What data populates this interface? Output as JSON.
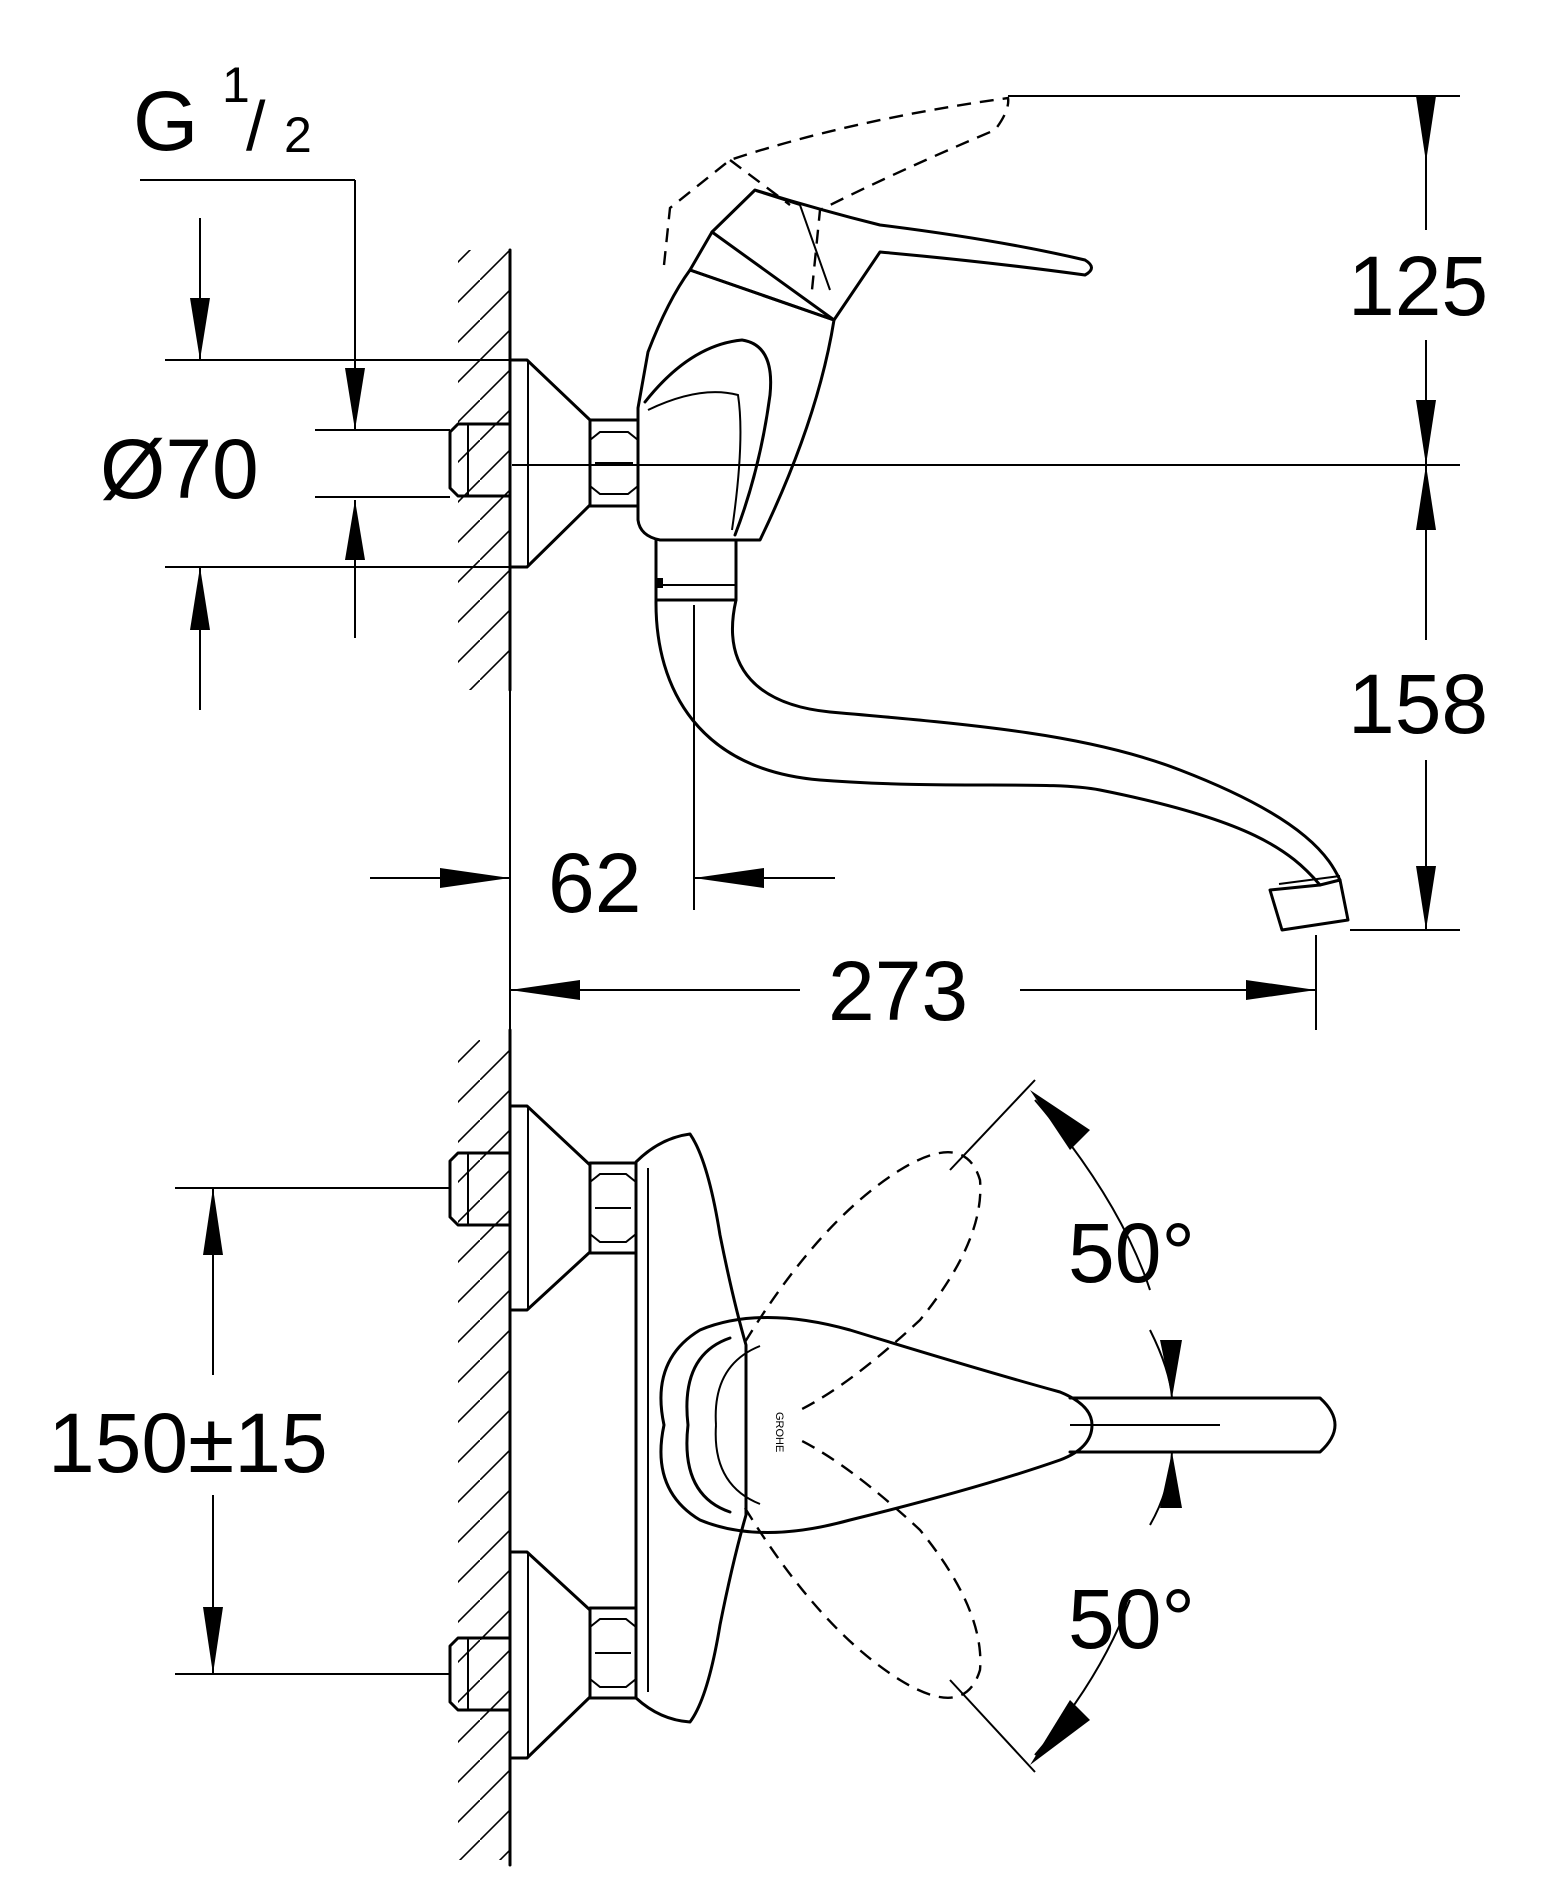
{
  "dimensions": {
    "thread_prefix": "G",
    "thread_num": "1",
    "thread_den": "2",
    "diameter": "Ø70",
    "lever_height": "125",
    "spout_height": "158",
    "wall_offset": "62",
    "spout_reach": "273",
    "connection_spacing": "150±15",
    "swivel_angle_up": "50°",
    "swivel_angle_down": "50°"
  },
  "brand": "GROHE"
}
